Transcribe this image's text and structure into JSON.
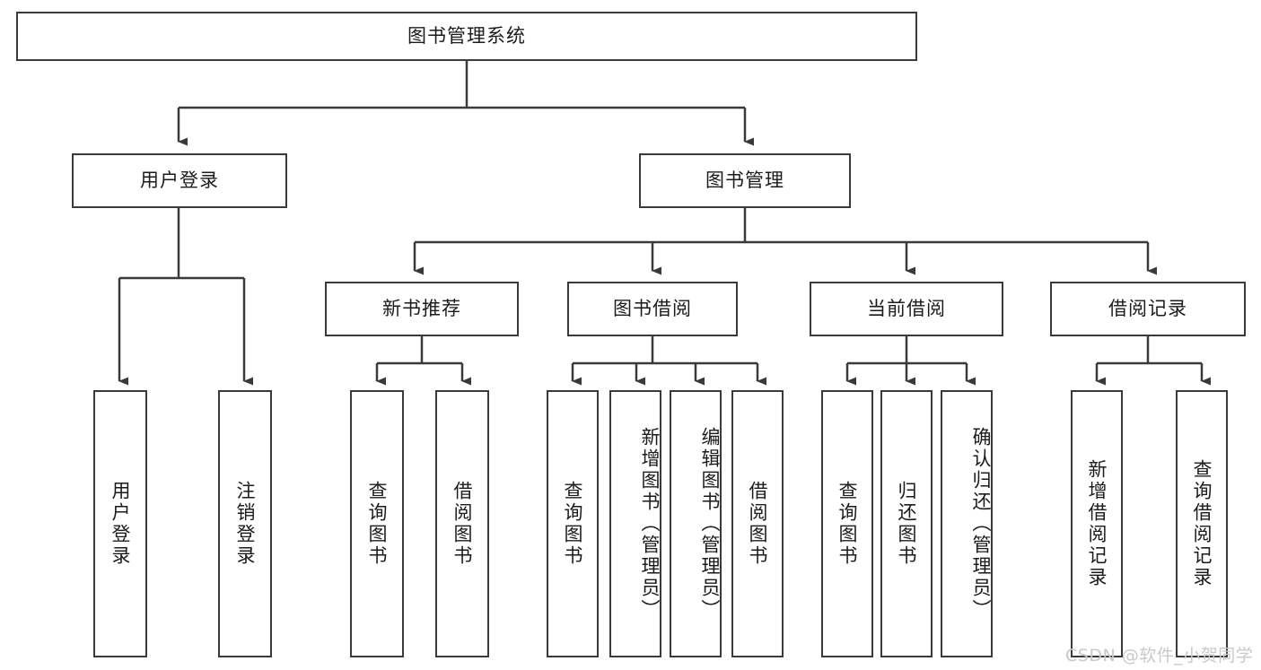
{
  "diagram": {
    "type": "hierarchy-tree",
    "title": "图书管理系统",
    "watermark": "CSDN @软件_小贺同学",
    "colors": {
      "background": "#ffffff",
      "node_border": "#3a3a3a",
      "node_fill": "#ffffff",
      "connector": "#3a3a3a",
      "text": "#1b1b1b",
      "watermark": "#c9c9c9"
    },
    "nodes": {
      "root": {
        "label": "图书管理系统"
      },
      "level2": [
        {
          "label": "用户登录"
        },
        {
          "label": "图书管理"
        }
      ],
      "level3": [
        {
          "label": "新书推荐"
        },
        {
          "label": "图书借阅"
        },
        {
          "label": "当前借阅"
        },
        {
          "label": "借阅记录"
        }
      ],
      "leaves": {
        "user_login": [
          {
            "label": "用户登录"
          },
          {
            "label": "注销登录"
          }
        ],
        "new_book_recommend": [
          {
            "label": "查询图书"
          },
          {
            "label": "借阅图书"
          }
        ],
        "book_borrow": [
          {
            "label": "查询图书"
          },
          {
            "label": "新增图书（管理员）"
          },
          {
            "label": "编辑图书（管理员）"
          },
          {
            "label": "借阅图书"
          }
        ],
        "current_borrow": [
          {
            "label": "查询图书"
          },
          {
            "label": "归还图书"
          },
          {
            "label": "确认归还（管理员）"
          }
        ],
        "borrow_record": [
          {
            "label": "新增借阅记录"
          },
          {
            "label": "查询借阅记录"
          }
        ]
      }
    }
  }
}
